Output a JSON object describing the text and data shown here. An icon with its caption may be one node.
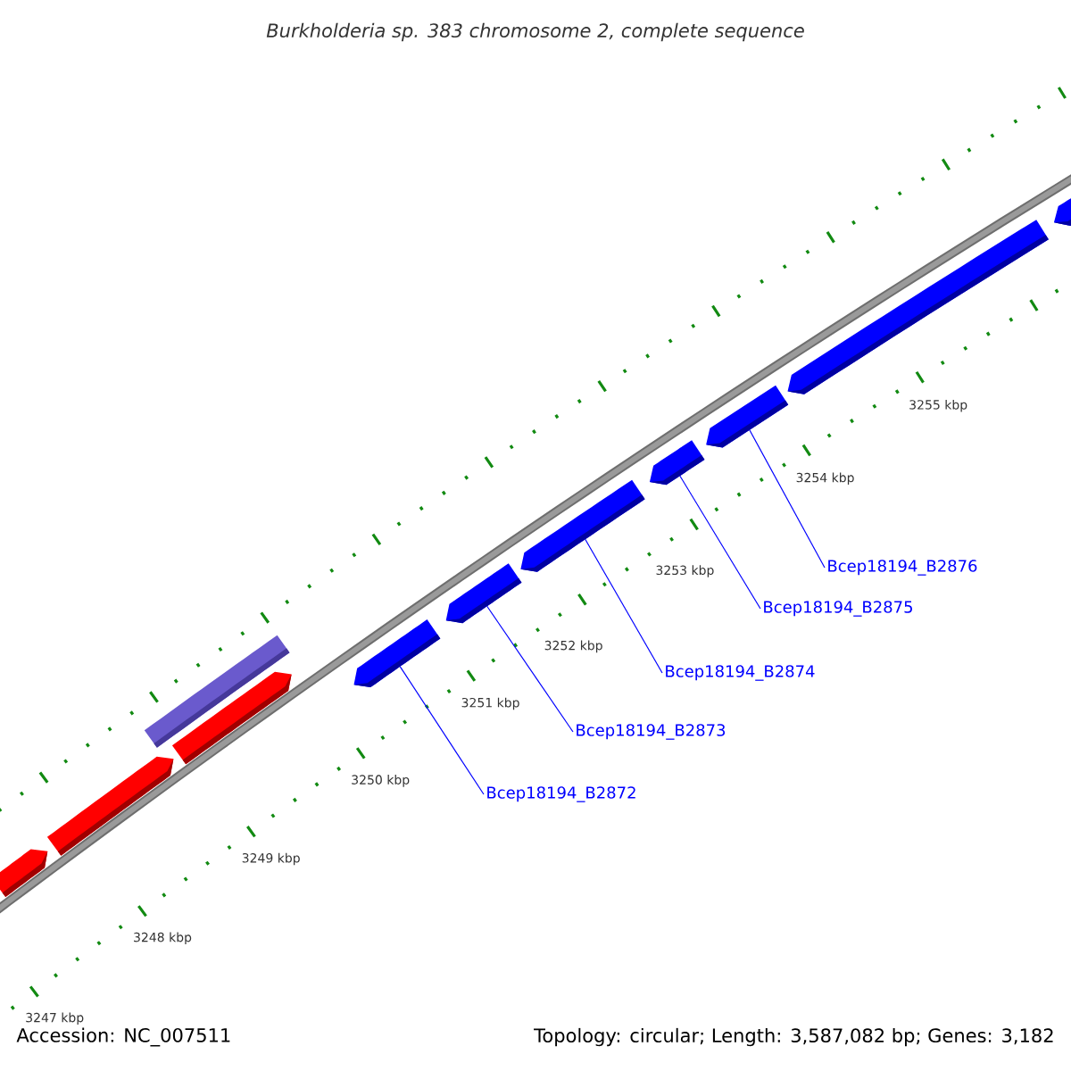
{
  "diagram": {
    "title": "*Burkholderia* sp. 383 chromosome 2, complete sequence",
    "nodes": [
      {
        "text": [],
        "shape": "arrow"
      },
      {
        "text": [],
        "shape": "arrow"
      },
      {
        "text": [],
        "shape": "arrow"
      },
      {
        "text": [],
        "shape": "bar"
      },
      {
        "text": [],
        "shape": "arrow"
      },
      {
        "text": [],
        "shape": "arrow"
      },
      {
        "text": [],
        "shape": "arrow"
      },
      {
        "text": [],
        "shape": "arrow"
      },
      {
        "text": [],
        "shape": "arrow"
      },
      {
        "text": [],
        "shape": "arrow"
      },
      {
        "text": [],
        "shape": "arrow"
      },
      {
        "text": [
          "Bcep18194_B2872"
        ]
      },
      {
        "text": [
          "Bcep18194_B2873"
        ]
      },
      {
        "text": [
          "Bcep18194_B2874"
        ]
      },
      {
        "text": [
          "Bcep18194_B2875"
        ]
      },
      {
        "text": [
          "Bcep18194_B2876"
        ]
      }
    ],
    "edges": [
      {
        "from": 11,
        "to": 4,
        "arrow": "none"
      },
      {
        "from": 12,
        "to": 5,
        "arrow": "none"
      },
      {
        "from": 13,
        "to": 6,
        "arrow": "none"
      },
      {
        "from": 14,
        "to": 7,
        "arrow": "none"
      },
      {
        "from": 15,
        "to": 8,
        "arrow": "none"
      }
    ],
    "labels": [
      "3255 kbp",
      "3254 kbp",
      "3253 kbp",
      "3252 kbp",
      "3251 kbp",
      "3250 kbp",
      "3249 kbp",
      "3248 kbp",
      "3247 kbp",
      "Accession: NC_007511",
      "Topology: circular; Length: 3,587,082 bp; Genes: 3,182"
    ]
  }
}
